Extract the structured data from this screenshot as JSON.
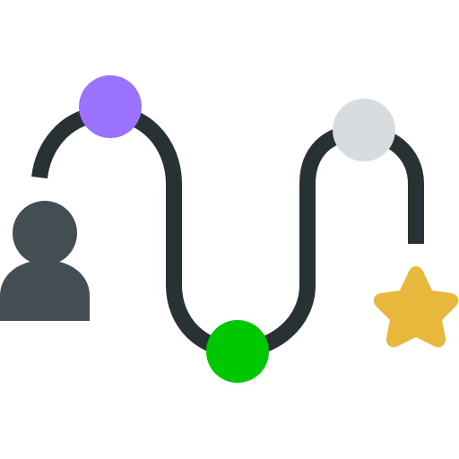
{
  "illustration": {
    "icons": {
      "user": "user-icon",
      "path": "winding-path",
      "start_milestone": "milestone-dot-purple",
      "middle_milestone": "milestone-dot-green",
      "end_milestone": "milestone-dot-gray",
      "goal": "star-icon"
    },
    "colors": {
      "path": "#283235",
      "user": "#424e52",
      "milestone_purple": "#9b72fd",
      "milestone_green": "#00c800",
      "milestone_gray": "#d8dcdf",
      "star": "#e7b83b",
      "background": "#ffffff"
    }
  }
}
